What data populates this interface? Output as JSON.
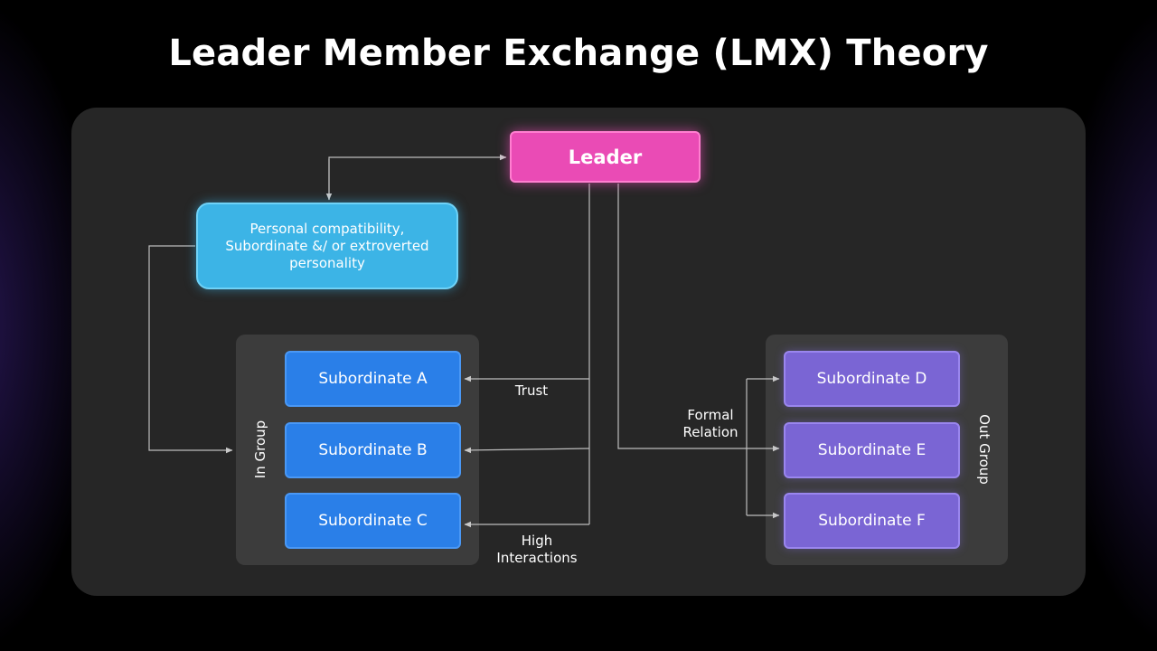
{
  "slide": {
    "title": "Leader Member Exchange (LMX) Theory"
  },
  "diagram": {
    "leader": "Leader",
    "compatibility": "Personal compatibility, Subordinate &/ or extroverted personality",
    "in_group": {
      "label": "In Group",
      "members": [
        "Subordinate A",
        "Subordinate B",
        "Subordinate C"
      ]
    },
    "out_group": {
      "label": "Out Group",
      "members": [
        "Subordinate D",
        "Subordinate E",
        "Subordinate F"
      ]
    },
    "edge_labels": {
      "trust": "Trust",
      "high_interactions_line1": "High",
      "high_interactions_line2": "Interactions",
      "formal_relation_line1": "Formal",
      "formal_relation_line2": "Relation"
    }
  },
  "colors": {
    "leader": "#ea4bb5",
    "compatibility": "#3cb4e6",
    "in_group_box": "#2a7fe8",
    "out_group_box": "#7a65d4",
    "panel": "#262626",
    "group_background": "#3c3c3c",
    "connector": "#bdbdbd"
  }
}
